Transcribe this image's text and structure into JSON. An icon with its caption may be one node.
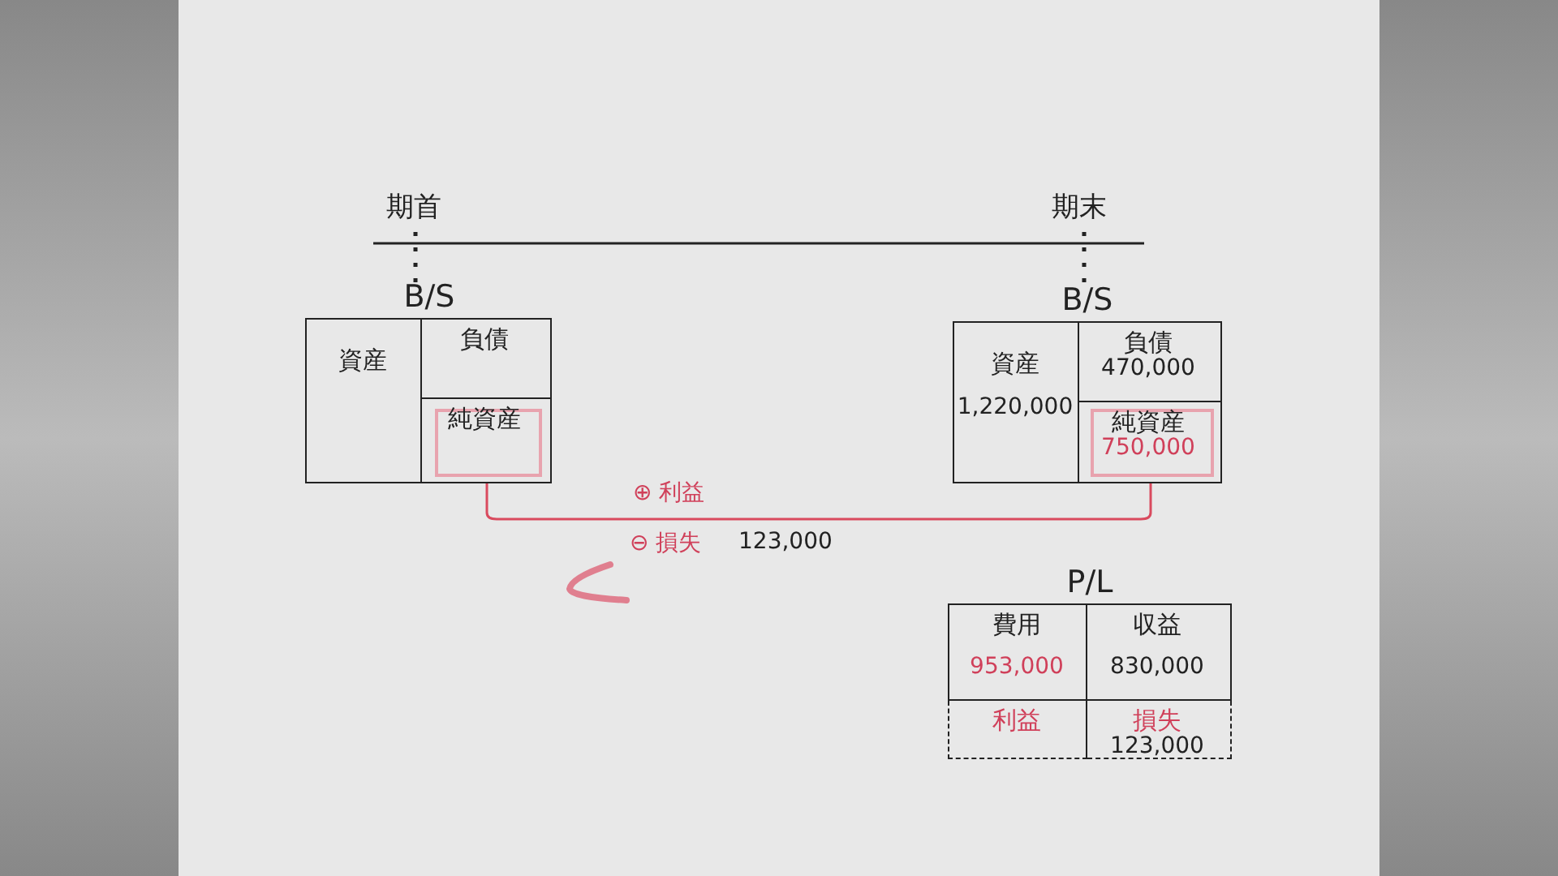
{
  "diagram": {
    "nodes": [
      {
        "text": [
          "B/S"
        ]
      },
      {
        "text": [
          "資産"
        ],
        "in": 0
      },
      {
        "text": [
          "負債"
        ],
        "in": 0
      },
      {
        "text": [
          "純資産"
        ],
        "in": 0
      },
      {
        "text": [
          "B/S"
        ]
      },
      {
        "text": [
          "資産",
          "1,220,000"
        ],
        "in": 4
      },
      {
        "text": [
          "負債",
          "470,000"
        ],
        "in": 4
      },
      {
        "text": [
          "純資産",
          "750,000"
        ],
        "in": 4
      },
      {
        "text": [
          "P/L"
        ]
      },
      {
        "text": [
          "費用",
          "953,000"
        ],
        "in": 8
      },
      {
        "text": [
          "収益",
          "830,000"
        ],
        "in": 8
      },
      {
        "text": [
          "利益"
        ],
        "in": 8
      },
      {
        "text": [
          "損失",
          "123,000"
        ],
        "in": 8
      }
    ],
    "edges": [
      {
        "from": 3,
        "to": 7,
        "arrow": "none",
        "label": "⊕ 利益",
        "color": "#d94a5e"
      }
    ],
    "labels": [
      "期首",
      "期末",
      "⊖ 損失",
      "123,000"
    ]
  }
}
